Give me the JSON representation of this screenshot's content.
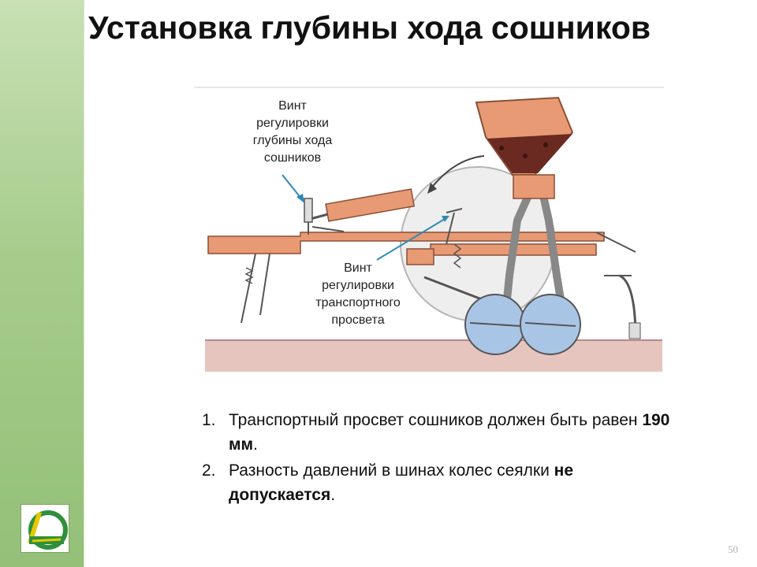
{
  "slide": {
    "title": "Установка глубины хода сошников",
    "page_number": "50"
  },
  "figure": {
    "callout_depth": [
      "Винт",
      "регулировки",
      "глубины хода",
      "сошников"
    ],
    "callout_clearance": [
      "Винт",
      "регулировки",
      "транспортного",
      "просвета"
    ]
  },
  "list": {
    "item1": {
      "number": "1.",
      "text_before": "Транспортный просвет сошников должен быть равен ",
      "bold": "190 мм",
      "text_after": "."
    },
    "item2": {
      "number": "2.",
      "text_before": "Разность давлений в шинах колес сеялки ",
      "bold": "не допускается",
      "text_after": "."
    }
  },
  "colors": {
    "sidebar_green": "#a6cc8c",
    "machine_salmon": "#e79a74",
    "disc_blue": "#a9c5e6",
    "arrow_teal": "#2d8ab8"
  }
}
